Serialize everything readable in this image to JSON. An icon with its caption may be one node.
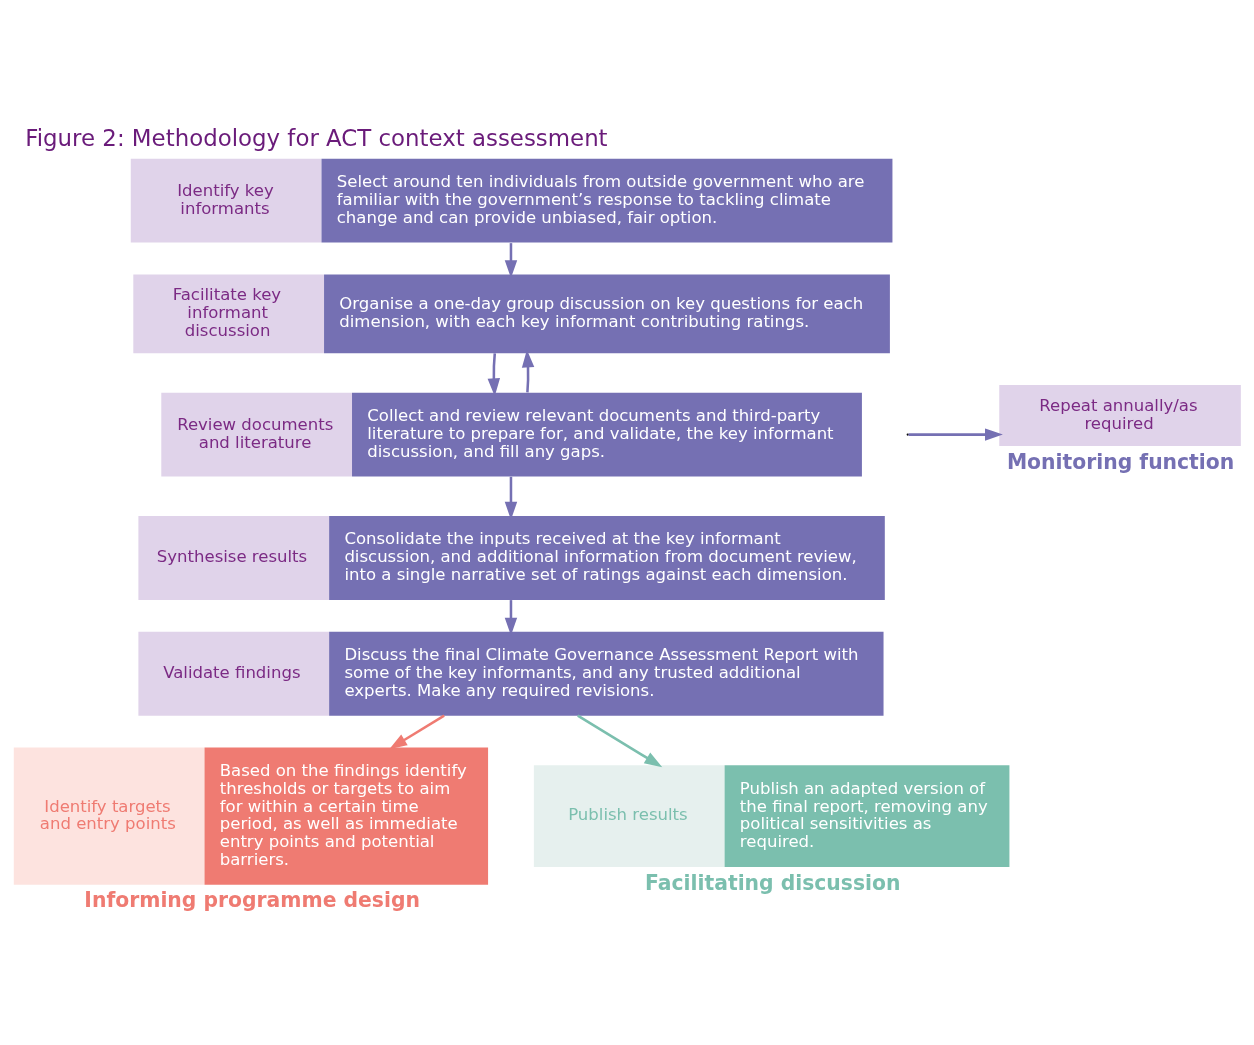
{
  "diagram": {
    "title": "Figure 2: Methodology for ACT context assessment",
    "nodes": [
      {
        "text": [
          "Identify key informants",
          "Select around ten individuals from outside government who are familiar with the government’s response to tackling climate change and can provide unbiased, fair option."
        ]
      },
      {
        "text": [
          "Facilitate key informant discussion",
          "Organise a one-day group discussion on key questions for each dimension, with each key informant contributing ratings."
        ]
      },
      {
        "text": [
          "Review documents and literature",
          "Collect and review relevant documents and third-party literature to prepare for, and validate, the key informant discussion, and fill any gaps."
        ]
      },
      {
        "text": [
          "Synthesise results",
          "Consolidate the inputs received at the key informant discussion, and additional information from document review, into a single narrative set of ratings against each dimension."
        ]
      },
      {
        "text": [
          "Validate findings",
          "Discuss the final Climate Governance Assessment Report with some of the key informants, and any trusted additional experts. Make any required revisions."
        ]
      },
      {
        "text": [
          "Identify targets and entry points",
          "Based on the findings identify thresholds or targets to aim for within a certain time period, as well as immediate entry points and potential barriers."
        ],
        "beside": [
          "Informing programme design"
        ]
      },
      {
        "text": [
          "Publish results",
          "Publish an adapted version of the final report, removing any political sensitivities as required."
        ],
        "beside": [
          "Facilitating discussion"
        ]
      },
      {
        "text": [
          "Repeat annually/as required"
        ],
        "beside": [
          "Monitoring function"
        ]
      }
    ],
    "edges": [
      {
        "from": 0,
        "to": 1,
        "arrow": "to"
      },
      {
        "from": 1,
        "to": 2,
        "arrow": "to"
      },
      {
        "from": 2,
        "to": 1,
        "arrow": "to"
      },
      {
        "from": 2,
        "to": 3,
        "arrow": "to"
      },
      {
        "from": 3,
        "to": 4,
        "arrow": "to"
      },
      {
        "from": 4,
        "to": 5,
        "arrow": "to",
        "color": "#ef7b72"
      },
      {
        "from": 4,
        "to": 6,
        "arrow": "to",
        "color": "#7bbfae"
      },
      {
        "from": null,
        "to": 7,
        "arrow": "to"
      }
    ]
  }
}
